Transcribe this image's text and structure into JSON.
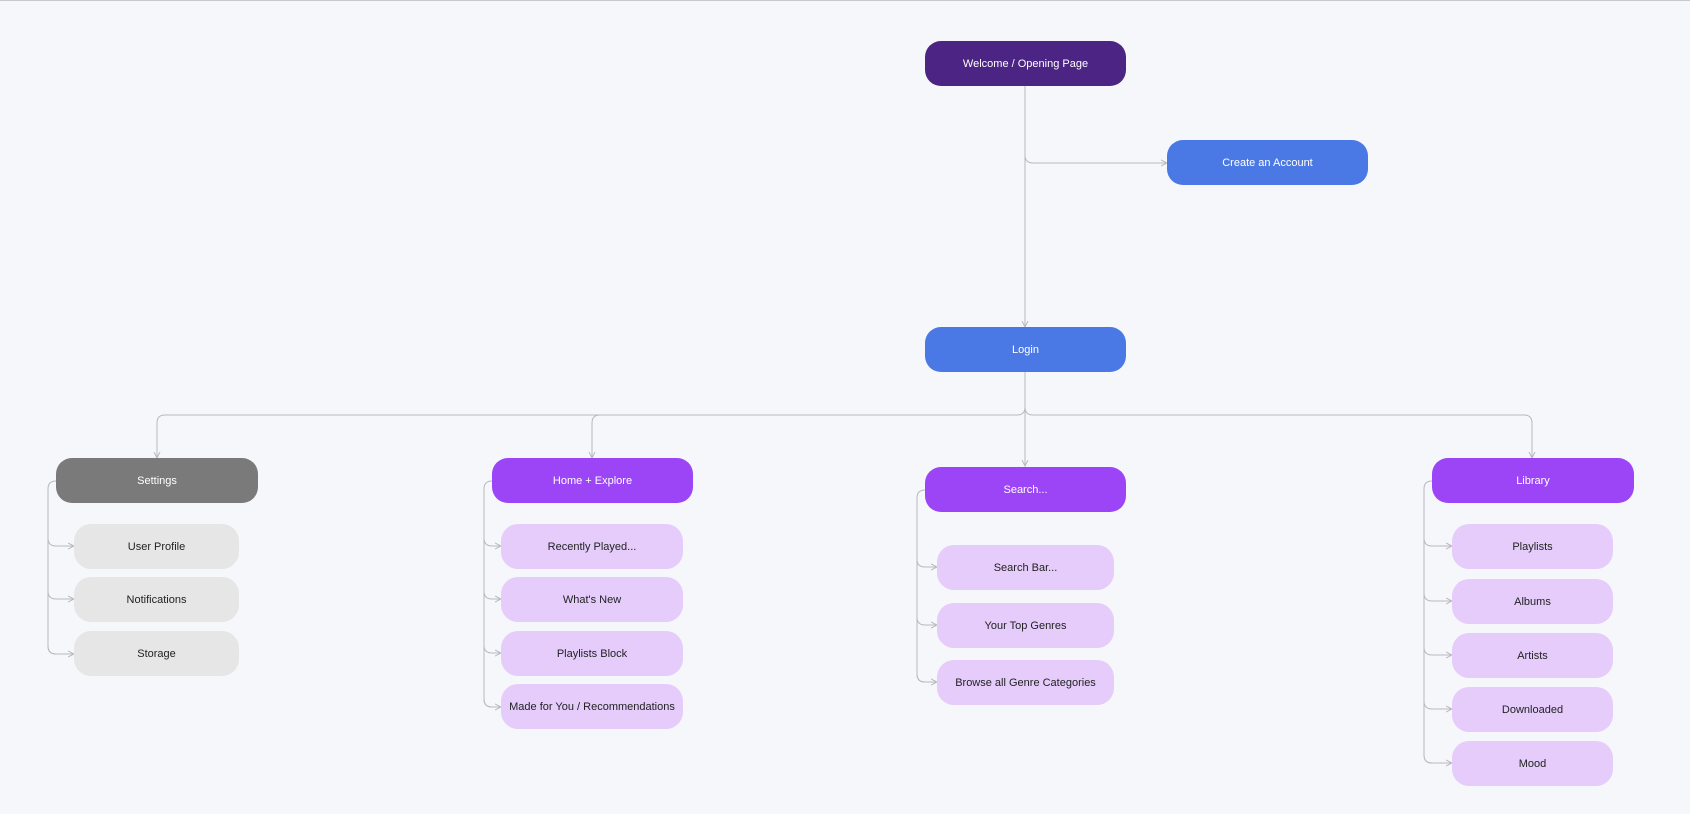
{
  "diagram": {
    "welcome": "Welcome / Opening Page",
    "create_account": "Create an Account",
    "login": "Login",
    "settings": {
      "title": "Settings",
      "items": [
        "User Profile",
        "Notifications",
        "Storage"
      ]
    },
    "home": {
      "title": "Home + Explore",
      "items": [
        "Recently Played...",
        "What's New",
        "Playlists Block",
        "Made for You / Recommendations"
      ]
    },
    "search": {
      "title": "Search...",
      "items": [
        "Search Bar...",
        "Your Top Genres",
        "Browse all Genre Categories"
      ]
    },
    "library": {
      "title": "Library",
      "items": [
        "Playlists",
        "Albums",
        "Artists",
        "Downloaded",
        "Mood"
      ]
    }
  },
  "colors": {
    "background": "#f6f7fa",
    "welcome_node": "#4c2484",
    "blue_node": "#4a78e5",
    "settings_node": "#7a7a7a",
    "section_node": "#9b45f6",
    "grey_child": "#e6e6e6",
    "purple_child": "#e5ccfb",
    "connector": "#b8b9bf"
  }
}
